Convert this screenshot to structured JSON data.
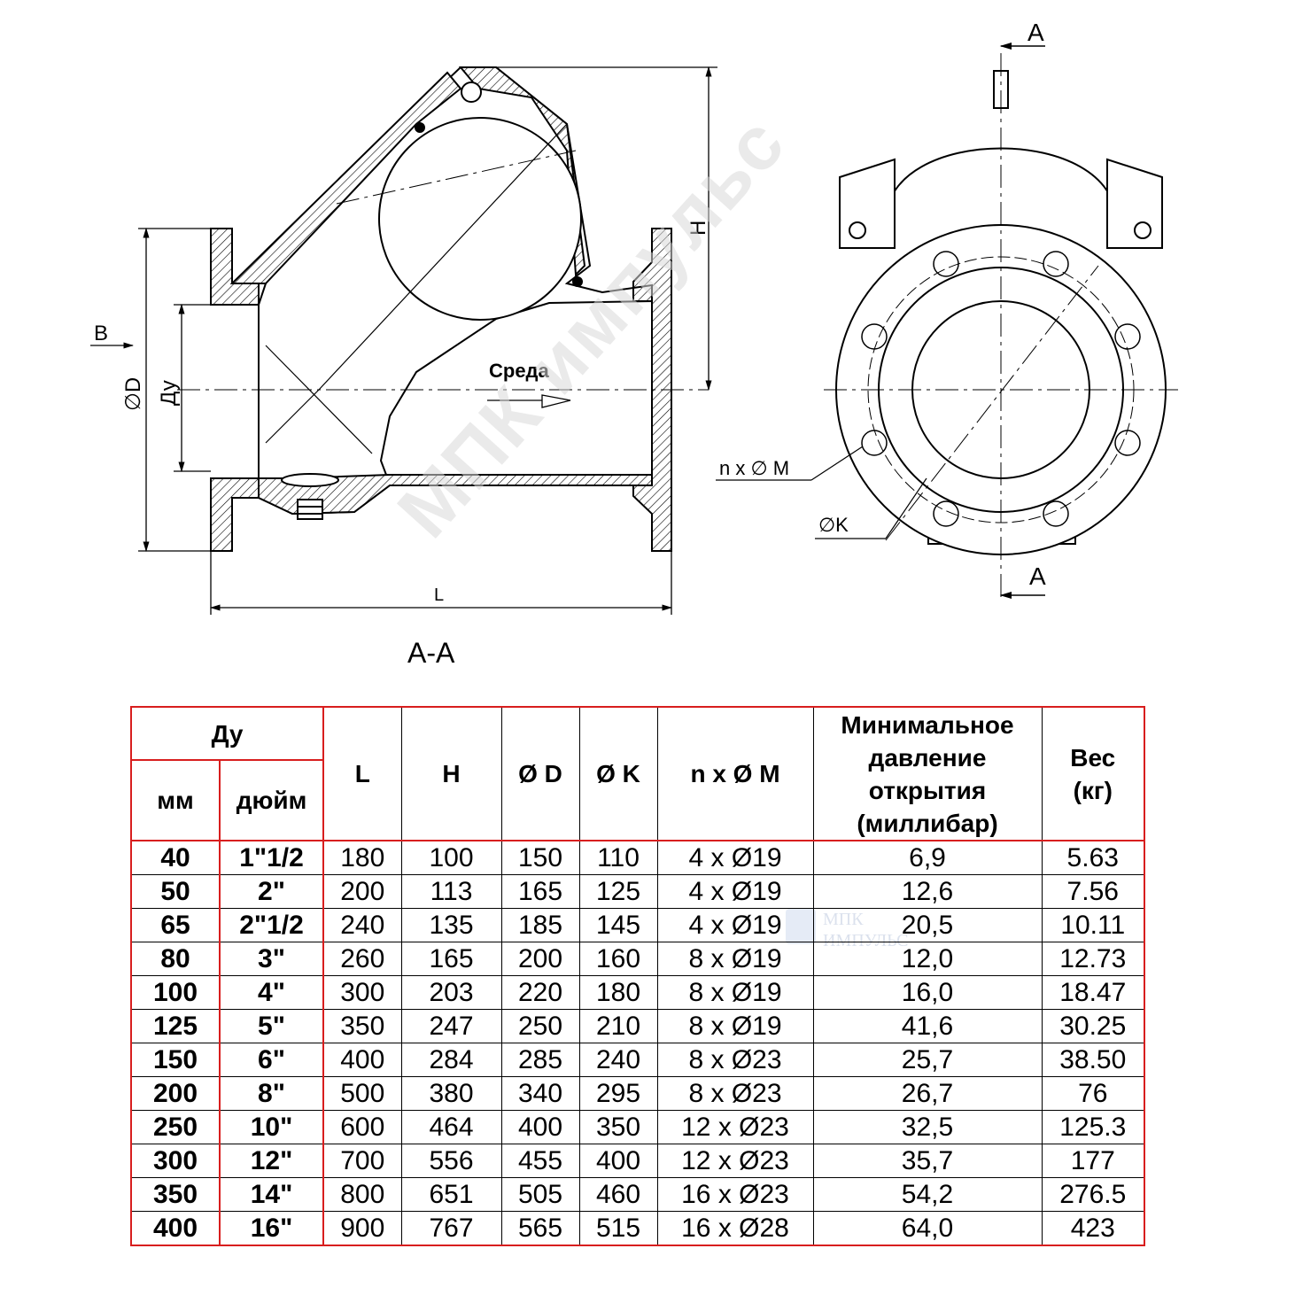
{
  "drawing": {
    "labels": {
      "B": "B",
      "D": "∅D",
      "Dy": "Ду",
      "medium": "Среда",
      "H": "H",
      "L": "L",
      "section": "A-A",
      "A_top": "A",
      "A_bottom": "A",
      "nM": "n x ∅ M",
      "K": "∅K"
    }
  },
  "watermark": {
    "text": "МПК импульс",
    "logo_line1": "МПК",
    "logo_line2": "ИМПУЛЬС"
  },
  "table": {
    "headers": {
      "dy": "Ду",
      "mm": "мм",
      "inch": "дюйм",
      "L": "L",
      "H": "H",
      "D": "Ø D",
      "K": "Ø K",
      "nM": "n x Ø M",
      "pressure": "Минимальное давление открытия (миллибар)",
      "weight": "Вес (кг)"
    },
    "rows": [
      {
        "mm": "40",
        "inch": "1\"1/2",
        "L": "180",
        "H": "100",
        "D": "150",
        "K": "110",
        "nM": "4 x Ø19",
        "p": "6,9",
        "w": "5.63"
      },
      {
        "mm": "50",
        "inch": "2\"",
        "L": "200",
        "H": "113",
        "D": "165",
        "K": "125",
        "nM": "4 x Ø19",
        "p": "12,6",
        "w": "7.56"
      },
      {
        "mm": "65",
        "inch": "2\"1/2",
        "L": "240",
        "H": "135",
        "D": "185",
        "K": "145",
        "nM": "4 x Ø19",
        "p": "20,5",
        "w": "10.11"
      },
      {
        "mm": "80",
        "inch": "3\"",
        "L": "260",
        "H": "165",
        "D": "200",
        "K": "160",
        "nM": "8 x Ø19",
        "p": "12,0",
        "w": "12.73"
      },
      {
        "mm": "100",
        "inch": "4\"",
        "L": "300",
        "H": "203",
        "D": "220",
        "K": "180",
        "nM": "8 x Ø19",
        "p": "16,0",
        "w": "18.47"
      },
      {
        "mm": "125",
        "inch": "5\"",
        "L": "350",
        "H": "247",
        "D": "250",
        "K": "210",
        "nM": "8 x Ø19",
        "p": "41,6",
        "w": "30.25"
      },
      {
        "mm": "150",
        "inch": "6\"",
        "L": "400",
        "H": "284",
        "D": "285",
        "K": "240",
        "nM": "8 x Ø23",
        "p": "25,7",
        "w": "38.50"
      },
      {
        "mm": "200",
        "inch": "8\"",
        "L": "500",
        "H": "380",
        "D": "340",
        "K": "295",
        "nM": "8 x Ø23",
        "p": "26,7",
        "w": "76"
      },
      {
        "mm": "250",
        "inch": "10\"",
        "L": "600",
        "H": "464",
        "D": "400",
        "K": "350",
        "nM": "12 x Ø23",
        "p": "32,5",
        "w": "125.3"
      },
      {
        "mm": "300",
        "inch": "12\"",
        "L": "700",
        "H": "556",
        "D": "455",
        "K": "400",
        "nM": "12 x Ø23",
        "p": "35,7",
        "w": "177"
      },
      {
        "mm": "350",
        "inch": "14\"",
        "L": "800",
        "H": "651",
        "D": "505",
        "K": "460",
        "nM": "16 x Ø23",
        "p": "54,2",
        "w": "276.5"
      },
      {
        "mm": "400",
        "inch": "16\"",
        "L": "900",
        "H": "767",
        "D": "565",
        "K": "515",
        "nM": "16 x Ø28",
        "p": "64,0",
        "w": "423"
      }
    ]
  }
}
